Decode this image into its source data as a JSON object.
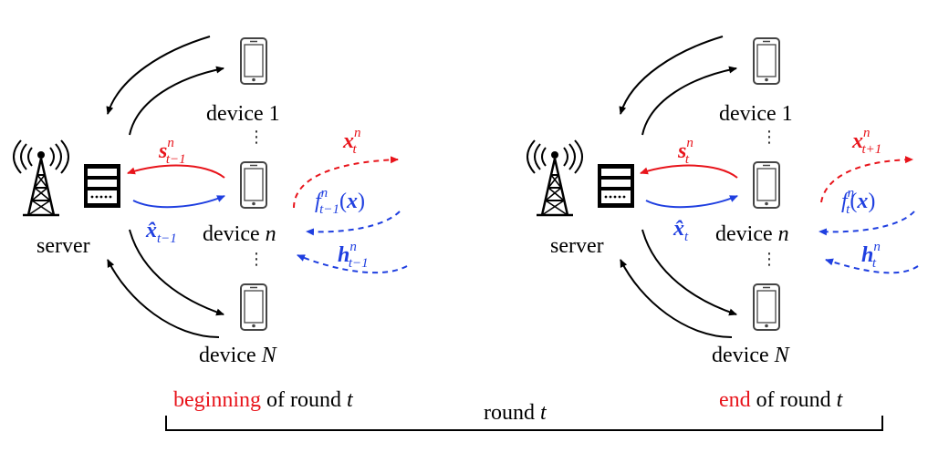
{
  "colors": {
    "black": "#000000",
    "red": "#e8141b",
    "blue": "#1f3fe0"
  },
  "icons": [
    "tower-icon",
    "server-rack-icon",
    "phone-icon"
  ],
  "left": {
    "server": "server",
    "device1": "device 1",
    "device_n_word": "device",
    "device_n_var": "n",
    "device_N_word": "device",
    "device_N_var": "N",
    "vdots_top": "⋮",
    "vdots_bottom": "⋮",
    "s_base": "s",
    "s_sup": "n",
    "s_sub": "t−1",
    "xhat_base": "x̂",
    "xhat_sub": "t−1",
    "x_base": "x",
    "x_sup": "n",
    "x_sub": "t",
    "f_base": "f",
    "f_sup": "n",
    "f_sub": "t−1",
    "f_open": "(",
    "f_arg": "x",
    "f_close": ")",
    "h_base": "h",
    "h_sup": "n",
    "h_sub": "t−1"
  },
  "right": {
    "server": "server",
    "device1": "device 1",
    "device_n_word": "device",
    "device_n_var": "n",
    "device_N_word": "device",
    "device_N_var": "N",
    "vdots_top": "⋮",
    "vdots_bottom": "⋮",
    "s_base": "s",
    "s_sup": "n",
    "s_sub": "t",
    "xhat_base": "x̂",
    "xhat_sub": "t",
    "x_base": "x",
    "x_sup": "n",
    "x_sub": "t+1",
    "f_base": "f",
    "f_sup": "n",
    "f_sub": "t",
    "f_open": "(",
    "f_arg": "x",
    "f_close": ")",
    "h_base": "h",
    "h_sup": "n",
    "h_sub": "t"
  },
  "bottom": {
    "beginning_word": "beginning",
    "beginning_rest": " of round ",
    "beginning_var": "t",
    "end_word": "end",
    "end_rest": " of round ",
    "end_var": "t",
    "round_word": "round ",
    "round_var": "t"
  }
}
